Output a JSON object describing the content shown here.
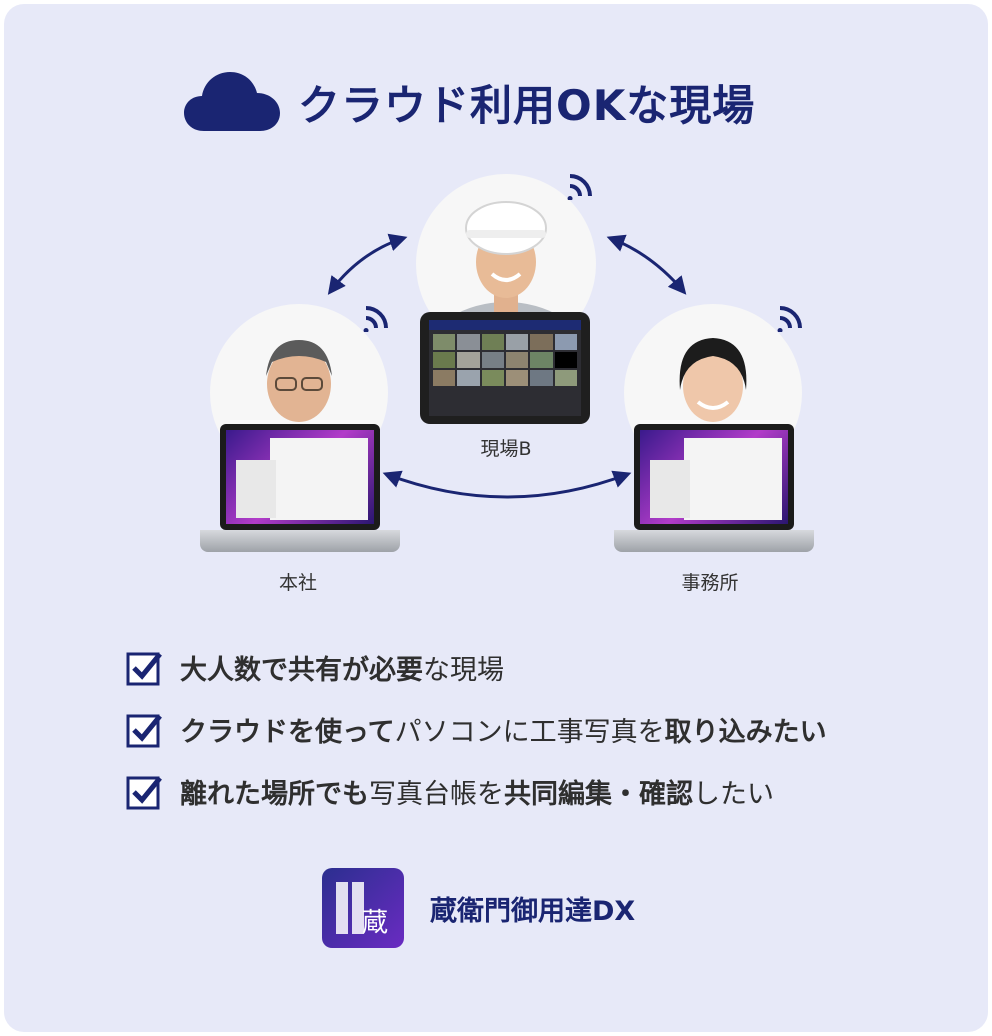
{
  "title": "クラウド利用OKな現場",
  "nodes": {
    "site_b": "現場B",
    "hq": "本社",
    "office": "事務所"
  },
  "checklist": [
    {
      "bold1": "大人数で共有が必要",
      "normal1": "な現場",
      "bold2": "",
      "normal2": ""
    },
    {
      "bold1": "クラウドを使って",
      "normal1": "パソコンに工事写真を",
      "bold2": "取り込みたい",
      "normal2": ""
    },
    {
      "bold1": "離れた場所でも",
      "normal1": "写真台帳を",
      "bold2": "共同編集・確認",
      "normal2": "したい"
    }
  ],
  "brand": {
    "logo_glyph": "蔵",
    "name": "蔵衛門御用達DX"
  },
  "colors": {
    "navy": "#1a2572",
    "background": "#e7e9f8"
  },
  "icons": [
    "cloud-icon",
    "wifi-icon",
    "checkbox-icon",
    "bidirectional-arrow-icon"
  ]
}
